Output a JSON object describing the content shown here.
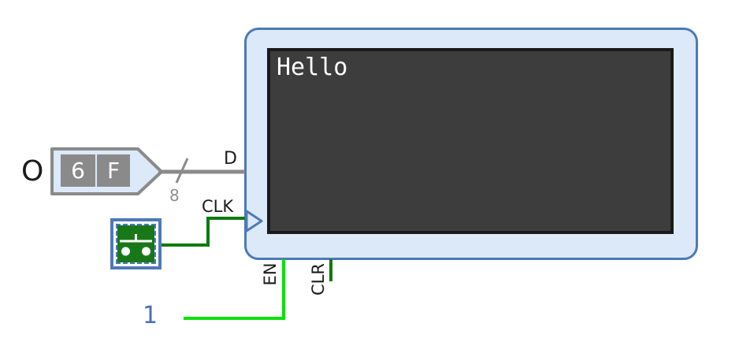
{
  "colors": {
    "canvas-bg": "#ffffff",
    "component-border": "#4e79b7",
    "component-fill": "#dbe9f8",
    "screen-fill": "#3d3d3d",
    "screen-border": "#1a1a1a",
    "screen-text": "#ffffff",
    "bus-gray": "#8b8b8b",
    "wire-low-green": "#0e7a0e",
    "wire-high-green": "#0ce00c",
    "probe-gray": "#8a8a8a",
    "digit-box-gray": "#8a8a8a",
    "button-green": "#187818",
    "label-black": "#1c1c1c",
    "constant-blue": "#4a6fb5",
    "muted-gray": "#8f8f8f"
  },
  "terminal": {
    "screen_text": "Hello"
  },
  "pins": {
    "data": "D",
    "clock": "CLK",
    "enable": "EN",
    "clear": "CLR"
  },
  "probe": {
    "label": "O",
    "digits": [
      "6",
      "F"
    ]
  },
  "bus": {
    "width_label": "8"
  },
  "constant": {
    "value": "1"
  }
}
